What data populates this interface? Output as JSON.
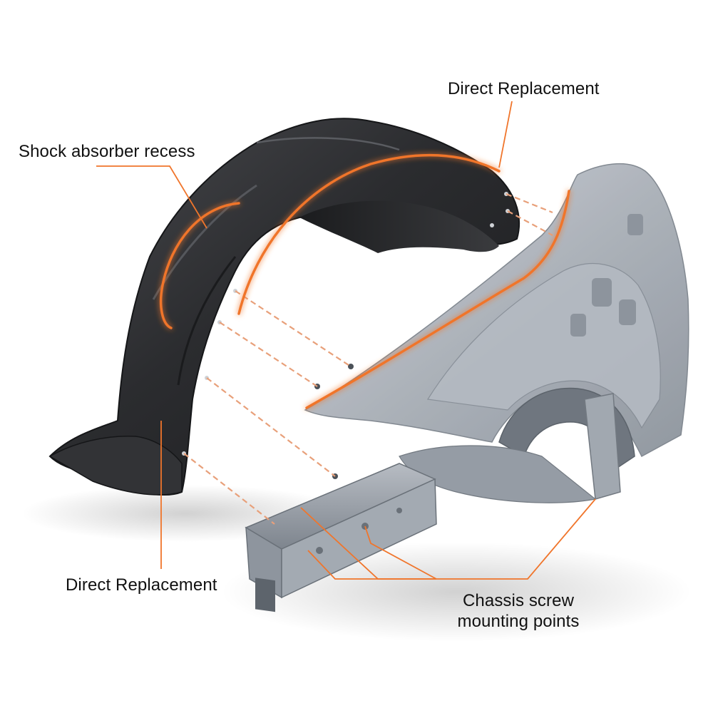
{
  "labels": {
    "shock_absorber": "Shock absorber recess",
    "direct_top": "Direct Replacement",
    "direct_bottom": "Direct Replacement",
    "chassis_line1": "Chassis screw",
    "chassis_line2": "mounting points"
  },
  "colors": {
    "accent": "#f0752b",
    "liner": "#2a2b2e",
    "chassis": "#9aa1aa",
    "label_text": "#111111"
  }
}
